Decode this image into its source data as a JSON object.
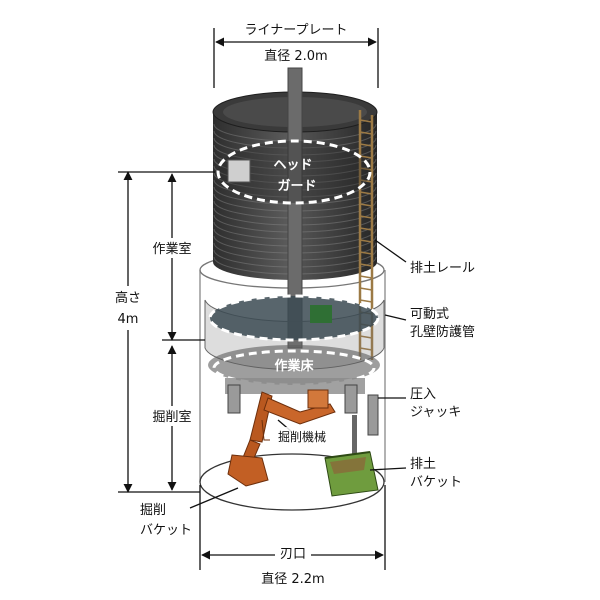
{
  "labels": {
    "liner_plate": "ライナープレート",
    "liner_diameter": "直径 2.0m",
    "head_guard_1": "ヘッド",
    "head_guard_2": "ガード",
    "work_room": "作業室",
    "height_1": "高さ",
    "height_2": "4m",
    "excavation_room": "掘削室",
    "soil_rail": "排土レール",
    "movable_1": "可動式",
    "movable_2": "孔壁防護管",
    "work_floor": "作業床",
    "press_jack_1": "圧入",
    "press_jack_2": "ジャッキ",
    "excavator": "掘削機械",
    "soil_bucket_1": "排土",
    "soil_bucket_2": "バケット",
    "dig_bucket_1": "掘削",
    "dig_bucket_2": "バケット",
    "blade": "刃口",
    "bottom_diameter": "直径 2.2m"
  },
  "colors": {
    "liner": "#3d3d3d",
    "liner_ring": "#6f6f6f",
    "machine": "#b9581f",
    "bucket": "#6f9c3e",
    "rail": "#8a6a3a",
    "outline": "#222222"
  }
}
